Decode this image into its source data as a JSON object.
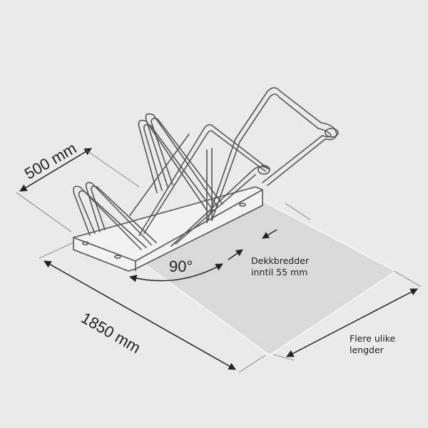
{
  "dimensions": {
    "width_label": "500 mm",
    "length_label": "1850 mm",
    "angle_label": "90°"
  },
  "notes": {
    "tire_width_line1": "Dekkbredder",
    "tire_width_line2": "inntil 55 mm",
    "lengths_line1": "Flere ulike",
    "lengths_line2": "lengder"
  },
  "colors": {
    "background": "#eaeaea",
    "ground_plate": "#d9d9d9",
    "steel": "#555555",
    "steel_fill": "#f2f2f2"
  }
}
